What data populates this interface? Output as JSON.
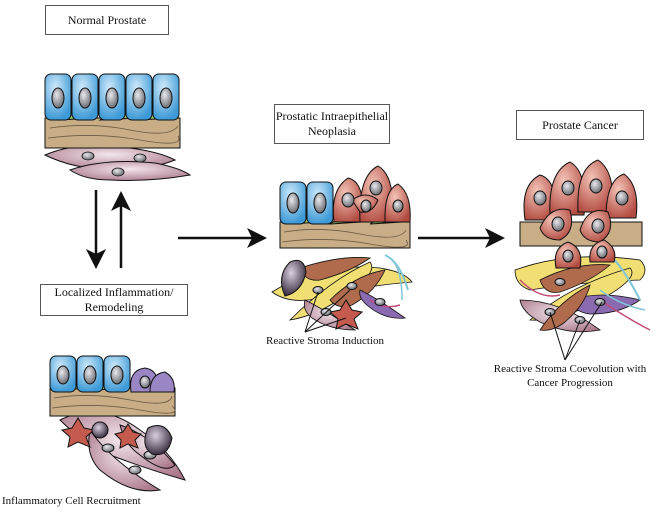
{
  "labels": {
    "normal": "Normal Prostate",
    "inflammation_line1": "Localized Inflammation/",
    "inflammation_line2": "Remodeling",
    "pin_line1": "Prostatic Intraepithelial",
    "pin_line2": "Neoplasia",
    "cancer": "Prostate Cancer",
    "reactive_stroma_induction": "Reactive Stroma Induction",
    "coevolution_line1": "Reactive Stroma Coevolution with",
    "coevolution_line2": "Cancer Progression",
    "inflammatory_recruitment": "Inflammatory Cell Recruitment"
  },
  "colors": {
    "epithelial_blue": "#5aaee0",
    "nucleus_gray": "#9a9ca2",
    "basal_green": "#9ccf6a",
    "basement_tan": "#c8ad86",
    "stroma_mauve": "#c89aaa",
    "cancer_red": "#c55a4e",
    "stroma_yellow": "#f2df74",
    "stroma_brown": "#b06a4c",
    "stroma_purple": "#8a6ab0",
    "inflammatory_dark": "#4a3a4e",
    "arrow": "#111111"
  }
}
